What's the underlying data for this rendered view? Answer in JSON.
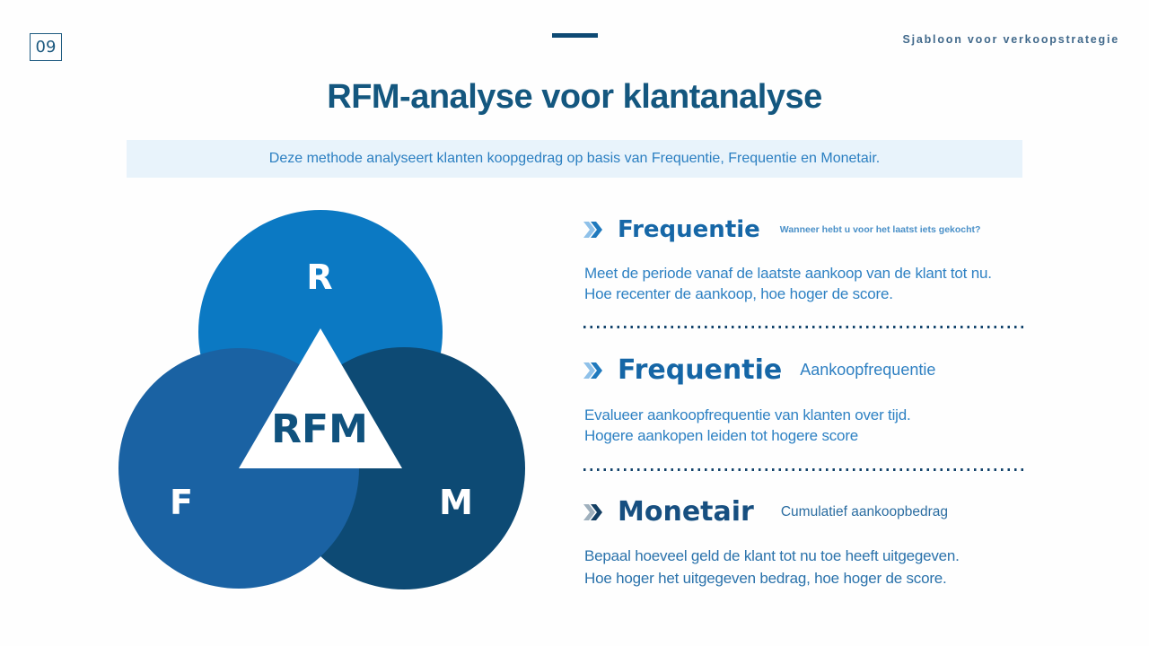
{
  "page": {
    "number": "09",
    "header_label": "Sjabloon voor verkoopstrategie"
  },
  "title": "RFM-analyse voor klantanalyse",
  "subtitle": "Deze methode analyseert klanten koopgedrag op basis van Frequentie, Frequentie en Monetair.",
  "venn": {
    "top_label": "R",
    "left_label": "F",
    "right_label": "M",
    "center_label": "RFM",
    "colors": {
      "top_circle": "#0b79c3",
      "left_circle": "#1a62a3",
      "right_circle": "#0d4a74",
      "triangle": "#ffffff",
      "center_text": "#10527e"
    }
  },
  "sections": [
    {
      "heading": "Frequentie",
      "tagline": "Wanneer hebt u voor het laatst iets gekocht?",
      "body": [
        "Meet de periode vanaf de laatste aankoop van de klant tot nu.",
        "Hoe recenter de aankoop, hoe hoger de score."
      ],
      "icon_colors": [
        "#8fc1e9",
        "#1f79bd"
      ]
    },
    {
      "heading": "Frequentie",
      "tagline": "Aankoopfrequentie",
      "body": [
        "Evalueer aankoopfrequentie van klanten over tijd.",
        "Hogere aankopen leiden tot hogere score"
      ],
      "icon_colors": [
        "#8fc1e9",
        "#1f79bd"
      ]
    },
    {
      "heading": "Monetair",
      "tagline": "Cumulatief aankoopbedrag",
      "body": [
        "Bepaal hoeveel geld de klant tot nu toe heeft uitgegeven.",
        "Hoe hoger het uitgegeven bedrag, hoe hoger de score."
      ],
      "icon_colors": [
        "#9fb0bd",
        "#143f63"
      ]
    }
  ],
  "colors": {
    "accent_dark": "#0e4a74",
    "title_text": "#14577f",
    "band_bg": "#e8f3fb",
    "band_text": "#2b7fc1",
    "dotted_line": "#12436b",
    "header_label_text": "#41698b"
  }
}
